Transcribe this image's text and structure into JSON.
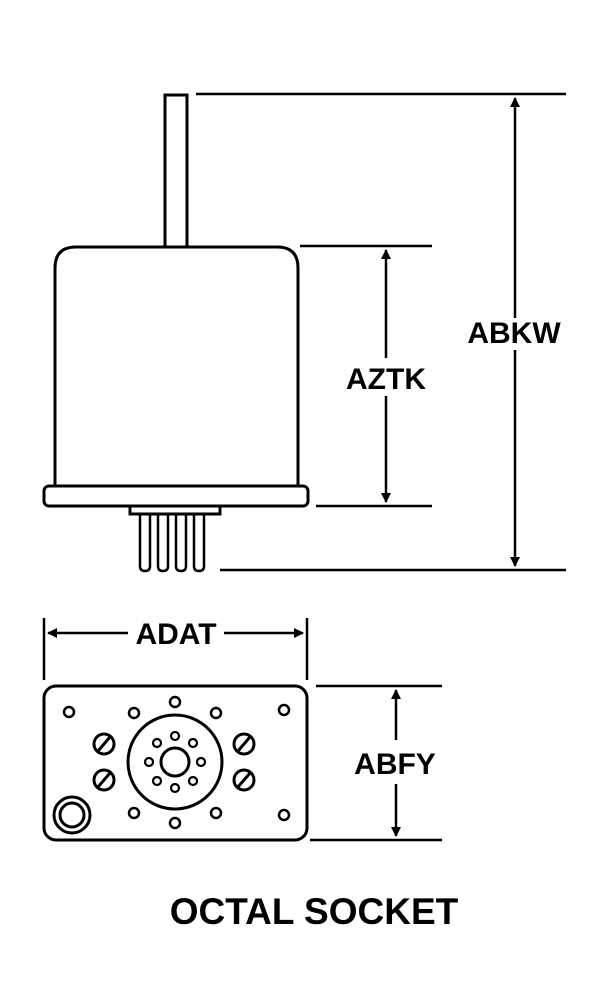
{
  "dimensions": {
    "overall_height": "ABKW",
    "body_height": "AZTK",
    "base_width": "ADAT",
    "base_height": "ABFY"
  },
  "caption": "OCTAL SOCKET",
  "colors": {
    "ink": "#000000",
    "paper": "#ffffff"
  }
}
